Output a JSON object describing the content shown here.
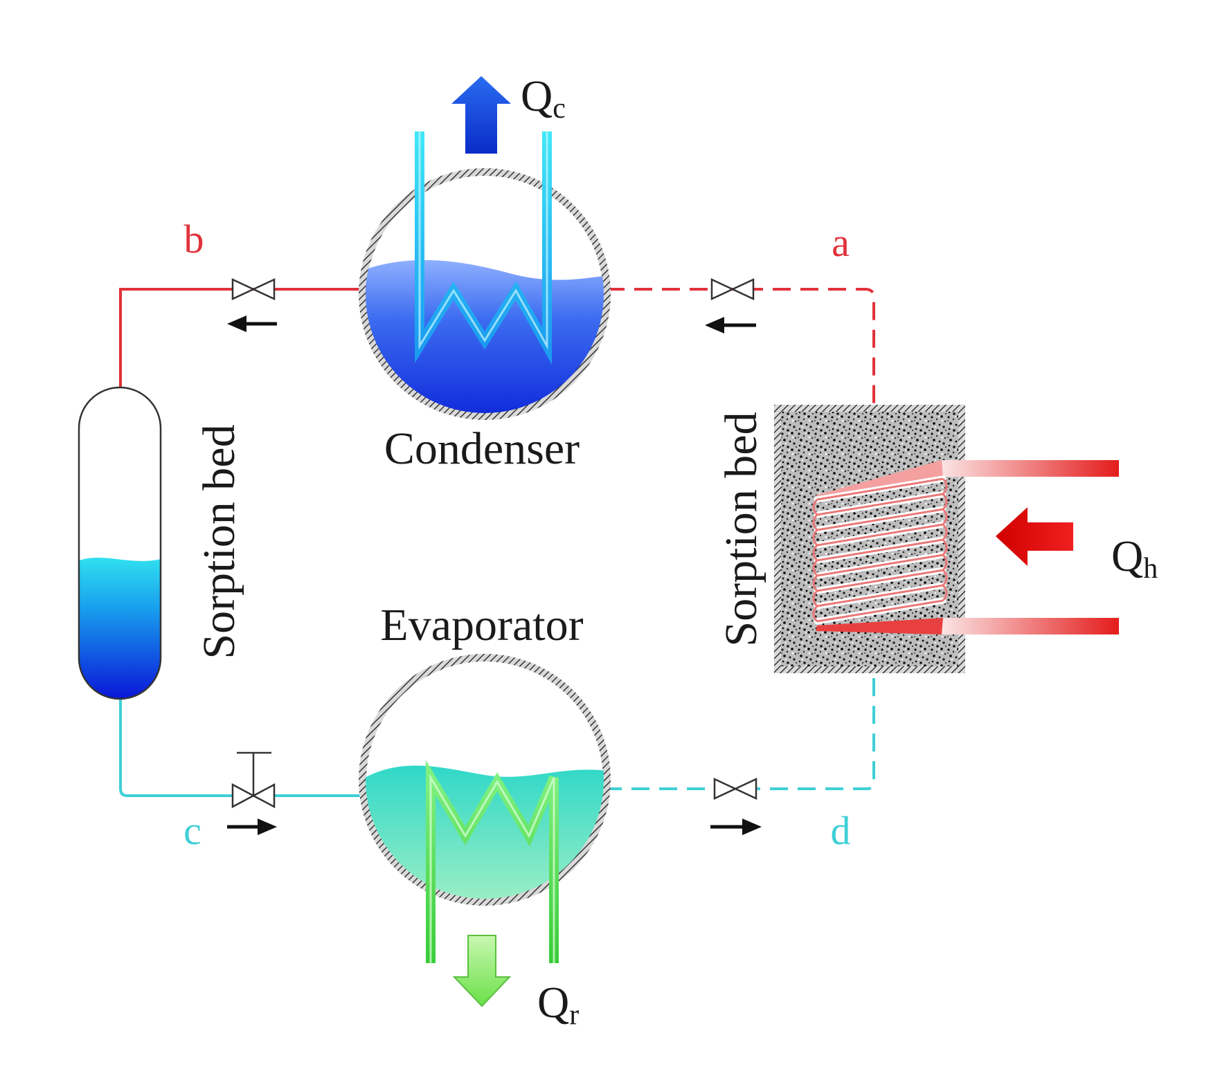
{
  "labels": {
    "condenser": "Condenser",
    "evaporator": "Evaporator",
    "sorption_bed_left": "Sorption bed",
    "sorption_bed_right": "Sorption bed"
  },
  "points": {
    "a": "a",
    "b": "b",
    "c": "c",
    "d": "d"
  },
  "heat": {
    "qc_main": "Q",
    "qc_sub": "c",
    "qh_main": "Q",
    "qh_sub": "h",
    "qr_main": "Q",
    "qr_sub": "r"
  },
  "colors": {
    "hot_line": "#e0323a",
    "cold_line": "#3fcfd6",
    "condenser_water": "#1e4fe0",
    "evaporator_water": "#5fe0c0",
    "condenser_coil": "#3ad8f0",
    "evaporator_coil": "#5ee060",
    "heating_coil": "#f08080",
    "arrow_qc": "#1440d0",
    "arrow_qh": "#e01010",
    "arrow_qr": "#7de060"
  }
}
